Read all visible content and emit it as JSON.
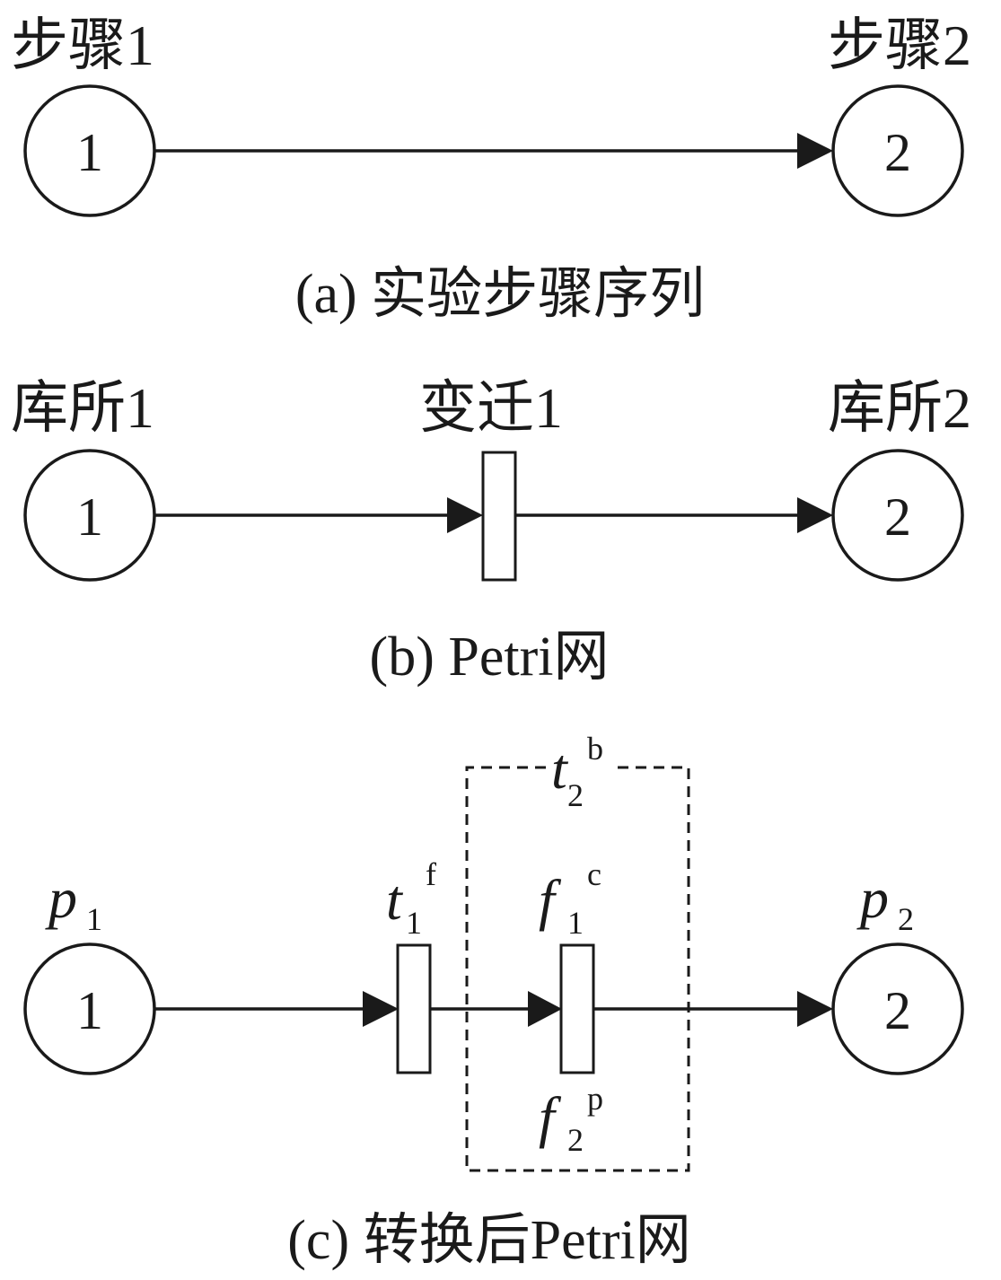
{
  "panel_a": {
    "label_left": "步骤1",
    "label_right": "步骤2",
    "node_left": "1",
    "node_right": "2",
    "caption": "(a) 实验步骤序列"
  },
  "panel_b": {
    "label_left": "库所1",
    "label_mid": "变迁1",
    "label_right": "库所2",
    "node_left": "1",
    "node_right": "2",
    "caption": "(b) Petri网"
  },
  "panel_c": {
    "p1": {
      "base": "p",
      "sub": "1"
    },
    "p2": {
      "base": "p",
      "sub": "2"
    },
    "t1": {
      "base": "t",
      "sub": "1",
      "sup": "f"
    },
    "f1": {
      "base": "f",
      "sub": "1",
      "sup": "c"
    },
    "f2": {
      "base": "f",
      "sub": "2",
      "sup": "p"
    },
    "t2": {
      "base": "t",
      "sub": "2",
      "sup": "b"
    },
    "node_left": "1",
    "node_right": "2",
    "caption": "(c) 转换后Petri网"
  },
  "colors": {
    "ink": "#1a1a1a",
    "background": "#ffffff"
  }
}
